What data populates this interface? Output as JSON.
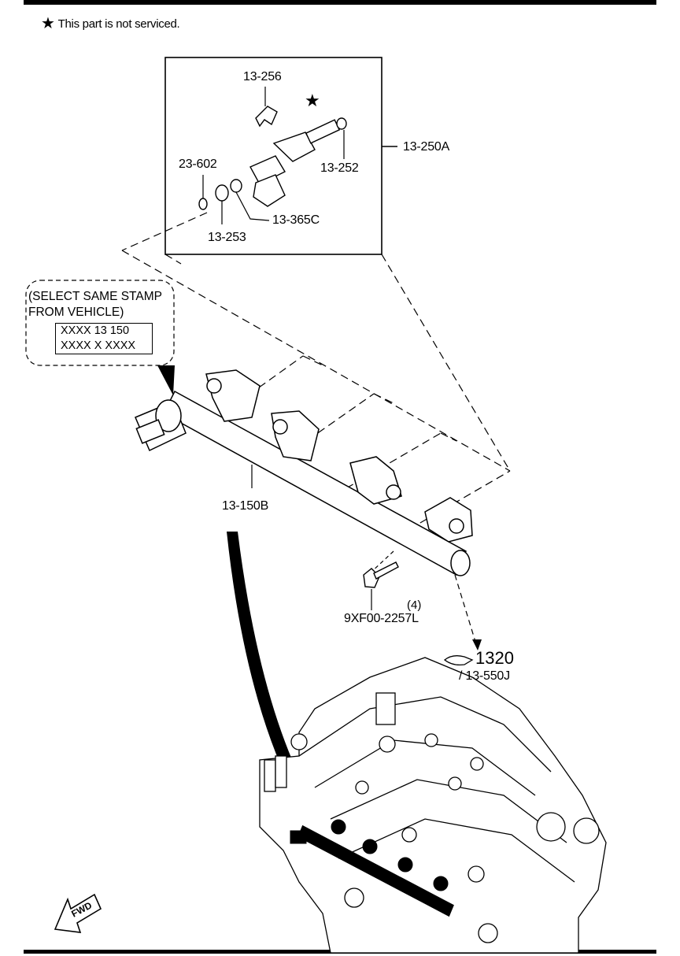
{
  "note": {
    "symbol": "★",
    "text": "This part is not serviced."
  },
  "inset": {
    "part_number": "13-250A"
  },
  "injector_parts": {
    "clip": "13-256",
    "star": "★",
    "o_ring_top": "13-252",
    "seal_small": "23-602",
    "washer": "13-253",
    "insulator": "13-365C"
  },
  "stamp": {
    "line1": "(SELECT SAME STAMP",
    "line2": "FROM VEHICLE)",
    "code1": "XXXX 13 150",
    "code2": "XXXX X XXXX"
  },
  "fuel_rail": {
    "part_number": "13-150B"
  },
  "bolt": {
    "qty": "(4)",
    "part_number": "9XF00-2257L"
  },
  "reference": {
    "section": "1320",
    "sub": "/ 13-550J"
  },
  "direction": {
    "label": "FWD"
  }
}
